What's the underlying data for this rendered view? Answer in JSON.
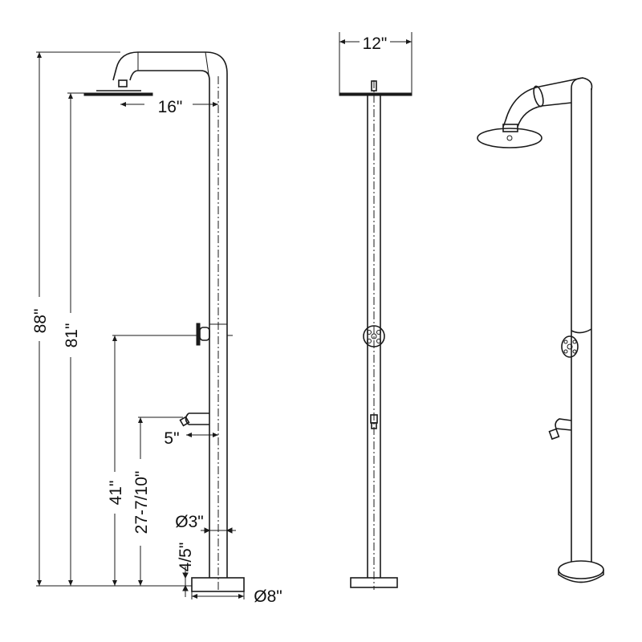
{
  "title": "Outdoor shower dimension drawing",
  "views": [
    "side-view",
    "front-view",
    "perspective-view"
  ],
  "dimensions": {
    "total_height": "88\"",
    "shower_head_height": "81\"",
    "valve_height": "41\"",
    "spout_height": "27-7/10\"",
    "base_thickness": "4/5\"",
    "arm_reach": "16\"",
    "spout_projection": "5\"",
    "pole_diameter": "Ø3\"",
    "base_diameter": "Ø8\"",
    "head_diameter": "12\""
  }
}
